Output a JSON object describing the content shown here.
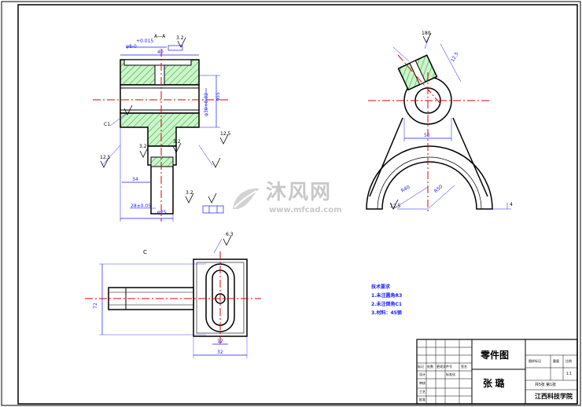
{
  "title_block": {
    "part_name": "零件图",
    "drawer": "张 璐",
    "school": "江西科技学院",
    "sheet_info": "共5张  第1张",
    "cells": [
      "标记",
      "处数",
      "更改文件号",
      "签名",
      "设计",
      "审核",
      "工艺",
      "标准化",
      "批准",
      "图样标记",
      "重量",
      "比例",
      "1:1"
    ]
  },
  "notes": {
    "heading": "技术要求",
    "items": [
      "1.未注圆角R3",
      "2.未注倒角C1",
      "3.材料：45钢"
    ]
  },
  "section_label": "A—A",
  "view_label": "C",
  "dimensions": {
    "front": [
      "φ8-0",
      "+0.015",
      "40",
      "φ55",
      "φ30+0.02",
      "C1",
      "3.2",
      "3.2",
      "3.2",
      "12.5",
      "12.5",
      "34",
      "3.2",
      "φ25",
      "28±0.05"
    ],
    "side": [
      "180",
      "12.5",
      "50",
      "R40",
      "R50",
      "12.5",
      "4"
    ],
    "top": [
      "6.3",
      "72",
      "32",
      "12"
    ]
  },
  "watermark": {
    "brand": "沐风网",
    "url": "www.mfcad.com"
  }
}
